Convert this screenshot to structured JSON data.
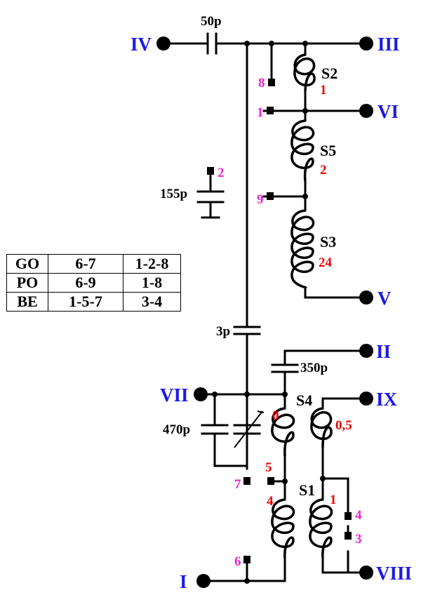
{
  "terminals": {
    "i": "I",
    "ii": "II",
    "iii": "III",
    "iv": "IV",
    "v": "V",
    "vi": "VI",
    "vii": "VII",
    "viii": "VIII",
    "ix": "IX"
  },
  "capacitors": {
    "c50": "50p",
    "c155": "155p",
    "c3": "3p",
    "c350": "350p",
    "c470": "470p"
  },
  "coils": {
    "s1": "S1",
    "s2": "S2",
    "s3": "S3",
    "s4": "S4",
    "s5": "S5"
  },
  "coil_values": {
    "s2": "1",
    "s5": "2",
    "s3": "24",
    "s4": "0",
    "s4b": "0,5",
    "s1a": "4",
    "s1b": "1",
    "s4c": "5"
  },
  "switch_pins": {
    "p8": "8",
    "p1": "1",
    "p9": "9",
    "p2": "2",
    "p7": "7",
    "p6": "6",
    "p4": "4",
    "p3": "3"
  },
  "band_table": [
    {
      "band": "GO",
      "a": "6-7",
      "b": "1-2-8"
    },
    {
      "band": "PO",
      "a": "6-9",
      "b": "1-8"
    },
    {
      "band": "BE",
      "a": "1-5-7",
      "b": "3-4"
    }
  ]
}
